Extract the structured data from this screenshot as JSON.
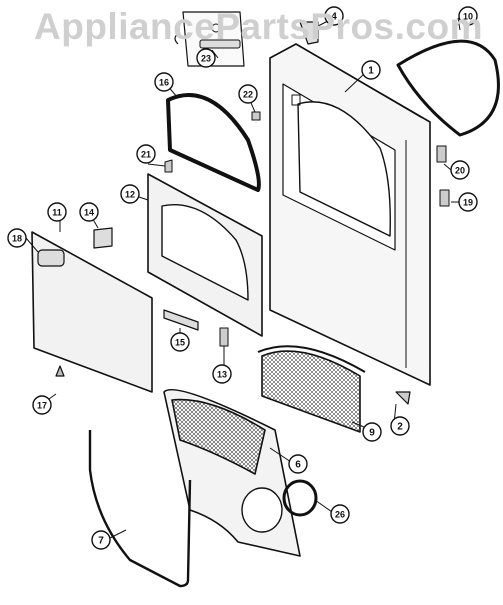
{
  "watermark": "AppliancePartsPros.com",
  "colors": {
    "line": "#111111",
    "panel": "#f4f4f4",
    "shade": "#dcdcdc",
    "watermark": "#cfcfcf"
  },
  "callouts": [
    "1",
    "2",
    "4",
    "6",
    "7",
    "9",
    "10",
    "11",
    "12",
    "13",
    "14",
    "15",
    "16",
    "17",
    "18",
    "19",
    "20",
    "21",
    "22",
    "23",
    "26"
  ]
}
